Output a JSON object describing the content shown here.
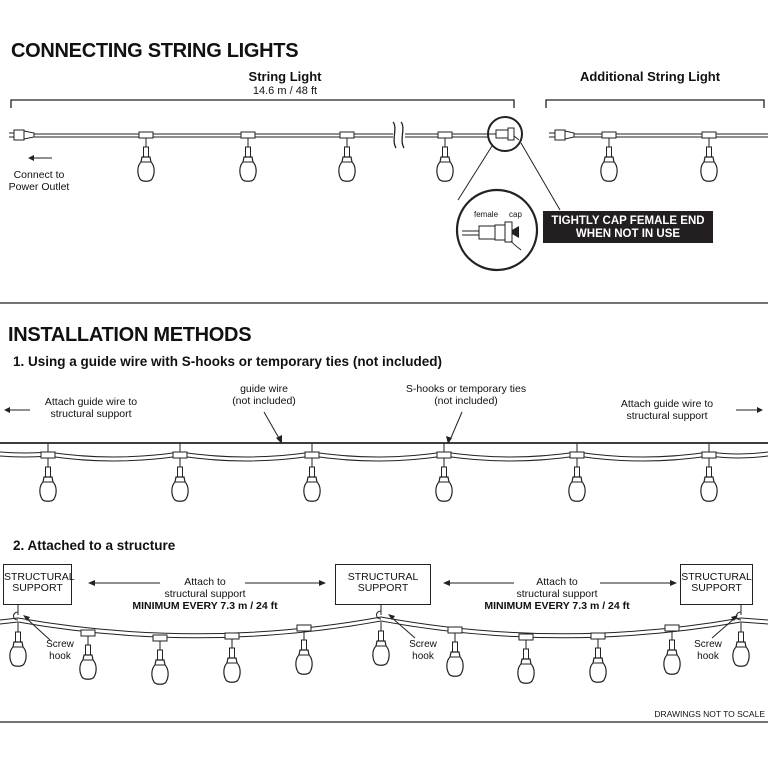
{
  "sections": {
    "connecting": {
      "title": "CONNECTING STRING LIGHTS",
      "string_light_label": "String Light",
      "string_light_length": "14.6 m / 48 ft",
      "additional_label": "Additional String Light",
      "power_label_line1": "Connect to",
      "power_label_line2": "Power Outlet",
      "inset_female": "female",
      "inset_cap": "cap",
      "cap_warning_line1": "TIGHTLY CAP FEMALE END",
      "cap_warning_line2": "WHEN NOT IN USE"
    },
    "installation": {
      "title": "INSTALLATION METHODS",
      "method1": {
        "heading": "1. Using a guide wire with S-hooks or temporary ties (not included)",
        "left_note_line1": "Attach guide wire to",
        "left_note_line2": "structural support",
        "guide_wire_line1": "guide wire",
        "guide_wire_line2": "(not included)",
        "shooks_line1": "S-hooks or temporary ties",
        "shooks_line2": "(not included)",
        "right_note_line1": "Attach guide wire to",
        "right_note_line2": "structural support"
      },
      "method2": {
        "heading": "2. Attached to a structure",
        "support_line1": "STRUCTURAL",
        "support_line2": "SUPPORT",
        "attach_line1": "Attach to",
        "attach_line2": "structural support",
        "attach_line3": "MINIMUM EVERY 7.3 m / 24 ft",
        "hook_line1": "Screw",
        "hook_line2": "hook"
      }
    },
    "footer": {
      "disclaimer": "DRAWINGS NOT TO SCALE"
    }
  }
}
